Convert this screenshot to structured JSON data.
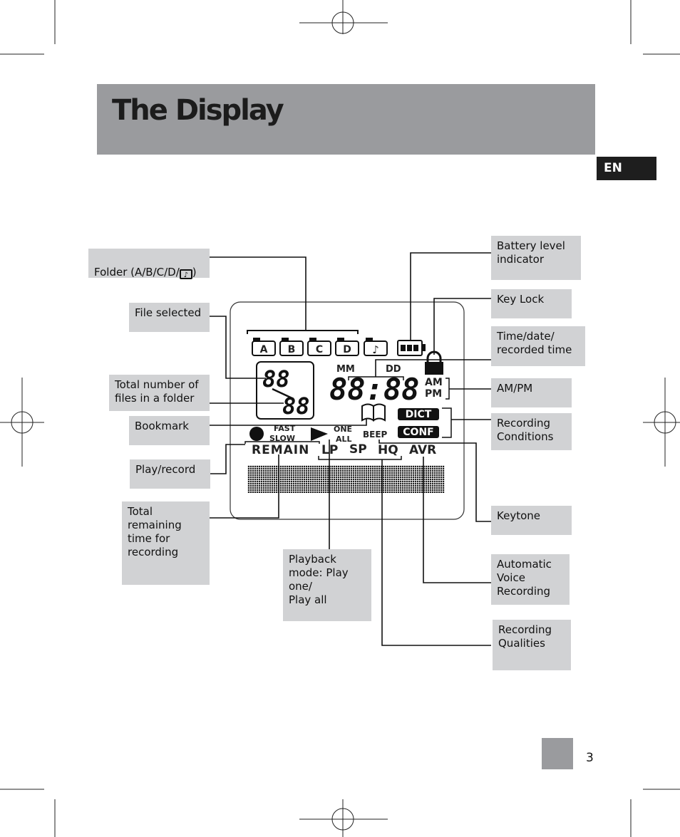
{
  "header": {
    "title": "The Display"
  },
  "language_badge": "EN",
  "page_number": "3",
  "callouts": {
    "folder": "Folder (A/B/C/D/",
    "folder_suffix": ")",
    "file_selected": "File selected",
    "total_files": "Total number of\nfiles in a folder",
    "bookmark": "Bookmark",
    "play_record": "Play/record",
    "total_remaining": "Total\nremaining\ntime for\nrecording",
    "playback_mode": "Playback\nmode: Play\none/\nPlay all",
    "battery": "Battery level\nindicator",
    "key_lock": "Key Lock",
    "time_date": "Time/date/\nrecorded time",
    "am_pm": "AM/PM",
    "recording_conditions": "Recording\nConditions",
    "keytone": "Keytone",
    "auto_voice": "Automatic\nVoice\nRecording",
    "recording_qualities": "Recording\nQualities"
  },
  "lcd": {
    "folders": [
      "A",
      "B",
      "C",
      "D",
      "♪"
    ],
    "file_digits_top": "88",
    "file_digits_bottom": "88",
    "mm_label": "MM",
    "dd_label": "DD",
    "clock_digits": "88:88",
    "am": "AM",
    "pm": "PM",
    "dict": "DICT",
    "conf": "CONF",
    "fast": "FAST",
    "slow": "SLOW",
    "one": "ONE",
    "all": "ALL",
    "beep": "BEEP",
    "remain": "REMAIN",
    "lp": "LP",
    "sp": "SP",
    "hq": "HQ",
    "avr": "AVR"
  }
}
